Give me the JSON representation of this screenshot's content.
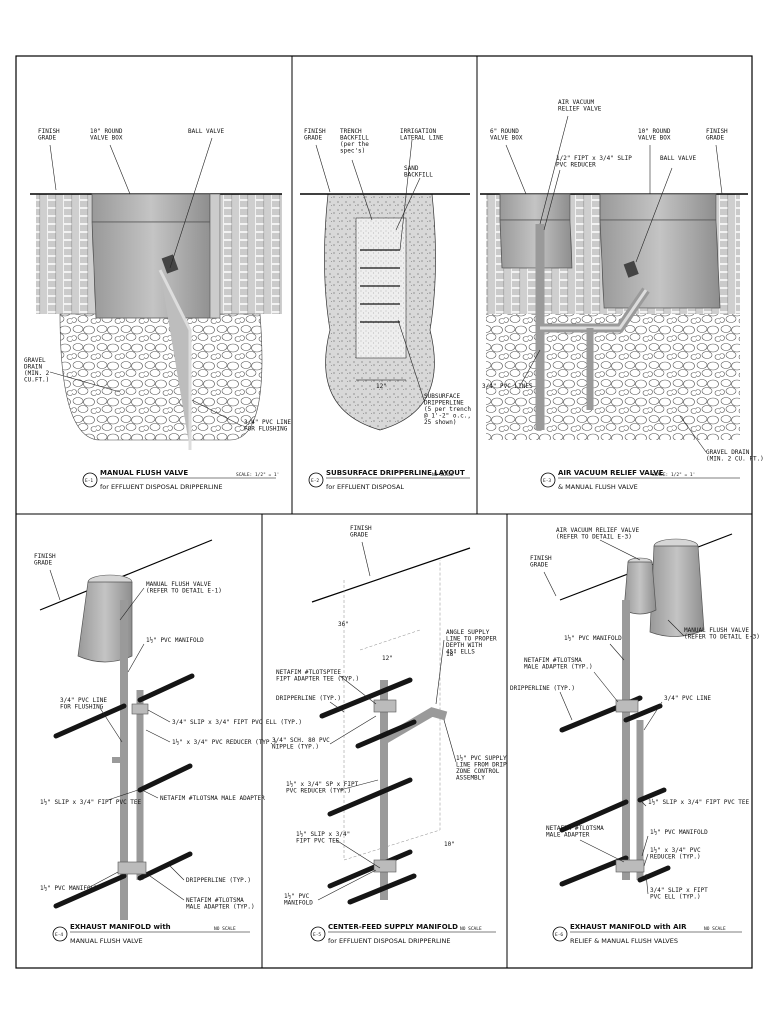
{
  "details": [
    {
      "id": "E-1",
      "title": "MANUAL FLUSH VALVE",
      "subtitle": "for EFFLUENT DISPOSAL DRIPPERLINE",
      "scale": "SCALE: 1/2\" = 1'",
      "labels": {
        "finish_grade": "FINISH\nGRADE",
        "valve_box": "10\" ROUND\nVALVE BOX",
        "ball_valve": "BALL VALVE",
        "gravel_drain": "GRAVEL\nDRAIN\n(MIN. 2\nCU.FT.)",
        "pvc_line": "3/4\" PVC LINE\nFOR FLUSHING"
      }
    },
    {
      "id": "E-2",
      "title": "SUBSURFACE DRIPPERLINE LAYOUT",
      "subtitle": "for EFFLUENT DISPOSAL",
      "scale": "NO SCALE",
      "labels": {
        "finish_grade": "FINISH\nGRADE",
        "trench_backfill": "TRENCH\nBACKFILL\n(per the\nspec's)",
        "irrigation_lateral": "IRRIGATION\nLATERAL LINE",
        "sand_backfill": "SAND\nBACKFILL",
        "subsurface_dripperline": "SUBSURFACE\nDRIPPERLINE\n(5 per trench\n@ 1'-2\" o.c.,\n25 shown)",
        "dim_12": "12\""
      }
    },
    {
      "id": "E-3",
      "title": "AIR VACUUM RELIEF VALVE",
      "subtitle": "& MANUAL FLUSH VALVE",
      "scale": "SCALE: 1/2\" = 1'",
      "labels": {
        "air_vacuum": "AIR VACUUM\nRELIEF VALVE",
        "valve_box_6": "6\" ROUND\nVALVE BOX",
        "valve_box_10": "10\" ROUND\nVALVE BOX",
        "finish_grade": "FINISH\nGRADE",
        "reducer": "1/2\" FIPT x 3/4\" SLIP\nPVC REDUCER",
        "ball_valve": "BALL VALVE",
        "pvc_lines": "3/4\" PVC LINES",
        "gravel_drain": "GRAVEL DRAIN\n(MIN. 2 CU. FT.)"
      }
    },
    {
      "id": "E-4",
      "title": "EXHAUST MANIFOLD with",
      "subtitle": "MANUAL FLUSH VALVE",
      "scale": "NO SCALE",
      "labels": {
        "finish_grade": "FINISH\nGRADE",
        "manual_flush": "MANUAL FLUSH VALVE\n(REFER TO DETAIL E-1)",
        "manifold_top": "1½\" PVC MANIFOLD",
        "pvc_line": "3/4\" PVC LINE\nFOR FLUSHING",
        "ell": "3/4\" SLIP x 3/4\" FIPT PVC ELL (TYP.)",
        "reducer": "1½\" x 3/4\" PVC REDUCER (TYP.)",
        "tee": "1½\" SLIP x 3/4\" FIPT PVC TEE",
        "adapter": "NETAFIM #TLOTSMA MALE ADAPTER",
        "dripperline": "DRIPPERLINE (TYP.)",
        "manifold_bottom": "1½\" PVC MANIFOLD",
        "adapter_typ": "NETAFIM #TLOTSMA\nMALE ADAPTER (TYP.)"
      }
    },
    {
      "id": "E-5",
      "title": "CENTER-FEED SUPPLY MANIFOLD",
      "subtitle": "for EFFLUENT DISPOSAL DRIPPERLINE",
      "scale": "NO SCALE",
      "labels": {
        "finish_grade": "FINISH\nGRADE",
        "angle_supply": "ANGLE SUPPLY\nLINE TO PROPER\nDEPTH WITH\n45° ELLS",
        "netafim_tee": "NETAFIM #TLOTSPTEE\nFIPT ADAPTER TEE (TYP.)",
        "dripperline": "DRIPPERLINE (TYP.)",
        "nipple": "3/4\" SCH. 80 PVC\nNIPPLE (TYP.)",
        "reducer": "1½\" x 3/4\" SP x FIPT\nPVC REDUCER (TYP.)",
        "tee": "1½\" SLIP x 3/4\"\nFIPT PVC TEE",
        "manifold": "1½\" PVC\nMANIFOLD",
        "supply": "1½\" PVC SUPPLY\nLINE FROM DRIP\nZONE CONTROL\nASSEMBLY",
        "dim_36": "36\"",
        "dim_12": "12\"",
        "dim_18": "18\"",
        "dim_10": "10\""
      }
    },
    {
      "id": "E-6",
      "title": "EXHAUST MANIFOLD with AIR",
      "subtitle": "RELIEF & MANUAL FLUSH VALVES",
      "scale": "NO SCALE",
      "labels": {
        "air_vacuum": "AIR VACUUM RELIEF VALVE\n(REFER TO DETAIL E-3)",
        "finish_grade": "FINISH\nGRADE",
        "manifold_top": "1½\" PVC MANIFOLD",
        "manual_flush": "MANUAL FLUSH VALVE\n(REFER TO DETAIL E-3)",
        "adapter": "NETAFIM #TLOTSMA\nMALE ADAPTER (TYP.)",
        "dripperline": "DRIPPERLINE (TYP.)",
        "pvc_line": "3/4\" PVC LINE",
        "tee": "1½\" SLIP x 3/4\" FIPT PVC TEE",
        "adapter2": "NETAFIM #TLOTSMA\nMALE ADAPTER",
        "manifold_bottom": "1½\" PVC MANIFOLD",
        "reducer": "1½\" x 3/4\" PVC\nREDUCER (TYP.)",
        "ell": "3/4\" SLIP x FIPT\nPVC ELL (TYP.)"
      }
    }
  ]
}
